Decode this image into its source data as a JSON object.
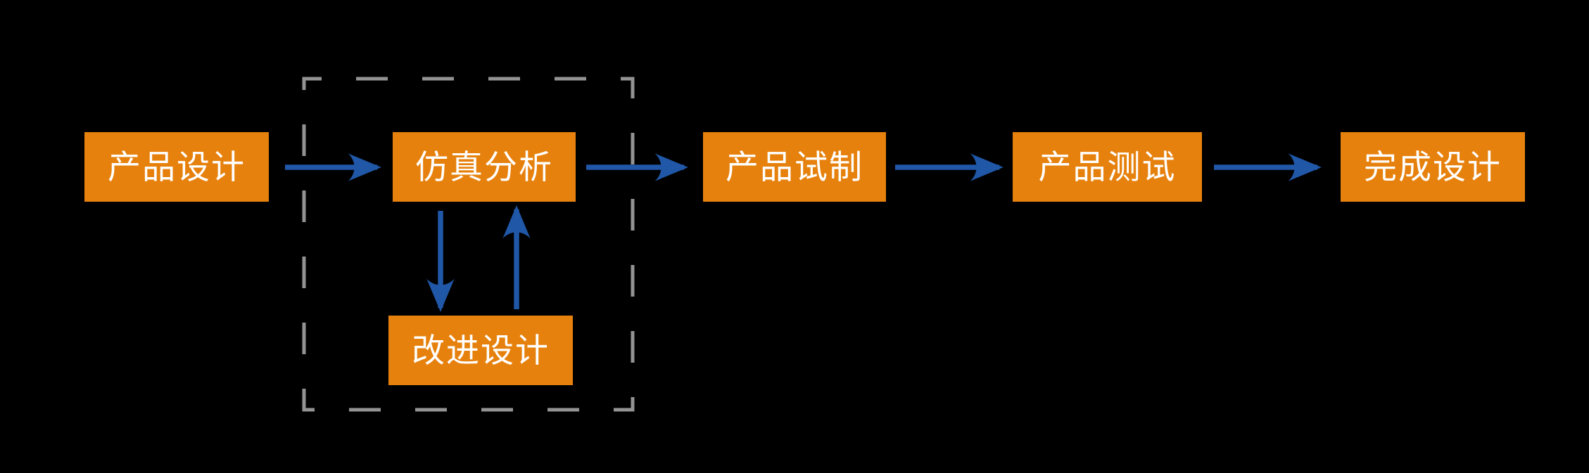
{
  "diagram": {
    "title": "product-design-simulation-flowchart",
    "background_color": "#000000",
    "colors": {
      "node_fill": "#E6810D",
      "node_text": "#FFFFFF",
      "arrow": "#2057A7",
      "dashed_border": "#939393"
    },
    "nodes": [
      {
        "id": "product-design",
        "label": "产品设计"
      },
      {
        "id": "simulation-analysis",
        "label": "仿真分析"
      },
      {
        "id": "product-trial",
        "label": "产品试制"
      },
      {
        "id": "product-test",
        "label": "产品测试"
      },
      {
        "id": "design-complete",
        "label": "完成设计"
      },
      {
        "id": "design-improve",
        "label": "改进设计"
      }
    ],
    "edges": [
      {
        "from": "产品设计",
        "to": "仿真分析",
        "direction": "right"
      },
      {
        "from": "仿真分析",
        "to": "产品试制",
        "direction": "right"
      },
      {
        "from": "产品试制",
        "to": "产品测试",
        "direction": "right"
      },
      {
        "from": "产品测试",
        "to": "完成设计",
        "direction": "right"
      },
      {
        "from": "仿真分析",
        "to": "改进设计",
        "direction": "down"
      },
      {
        "from": "改进设计",
        "to": "仿真分析",
        "direction": "up"
      }
    ],
    "iteration_group": {
      "members": [
        "仿真分析",
        "改进设计"
      ],
      "style": "gray-dashed-rectangle"
    }
  }
}
